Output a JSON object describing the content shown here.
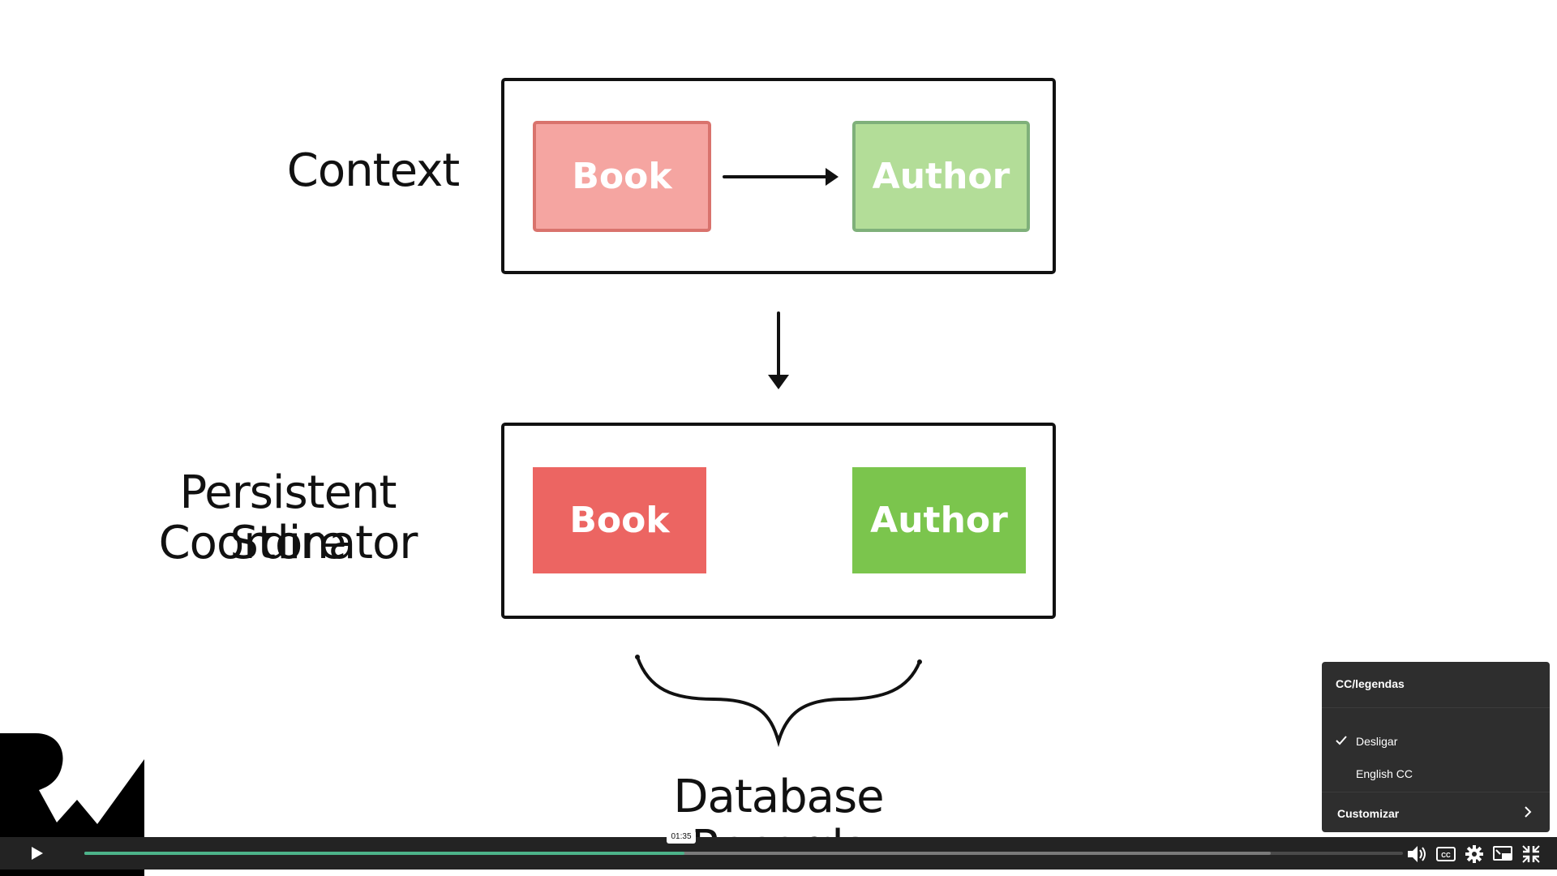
{
  "slide": {
    "label_context": "Context",
    "label_psc_line1": "Persistent Store",
    "label_psc_line2": "Coordinator",
    "label_db": "Database Records",
    "context_box": {
      "entity1": "Book",
      "entity2": "Author"
    },
    "psc_box": {
      "entity1": "Book",
      "entity2": "Author"
    },
    "colors": {
      "book_light": "#f5a5a1",
      "book_light_border": "#d9736d",
      "author_light": "#b3dd98",
      "author_light_border": "#7fb07a",
      "book_strong": "#ec6562",
      "author_strong": "#7bc54d"
    }
  },
  "player": {
    "time_tooltip": "01:35",
    "progress_played_fraction": 0.455,
    "progress_buffered_fraction": 0.9,
    "accent_color": "#4db38a",
    "icons": [
      "play-icon",
      "volume-icon",
      "cc-icon",
      "settings-gear-icon",
      "picture-in-picture-icon",
      "exit-fullscreen-icon"
    ],
    "cc_menu": {
      "title": "CC/legendas",
      "options": [
        {
          "label": "Desligar",
          "selected": true
        },
        {
          "label": "English CC",
          "selected": false
        }
      ],
      "customize_label": "Customizar"
    }
  }
}
